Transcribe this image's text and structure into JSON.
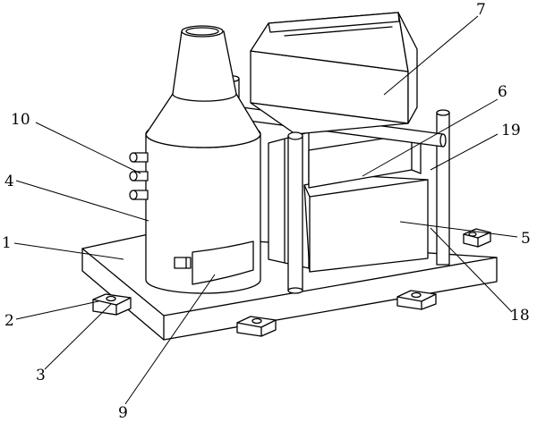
{
  "figure": {
    "callouts": [
      "1",
      "2",
      "3",
      "4",
      "5",
      "6",
      "7",
      "9",
      "10",
      "18",
      "19"
    ]
  }
}
